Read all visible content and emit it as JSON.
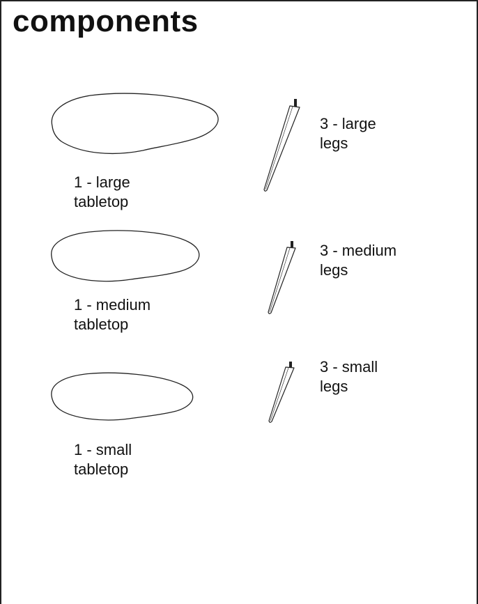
{
  "title": "components",
  "tabletops": [
    {
      "line1": "1 - large",
      "line2": "tabletop",
      "icon": "large-tabletop-icon"
    },
    {
      "line1": "1 - medium",
      "line2": "tabletop",
      "icon": "medium-tabletop-icon"
    },
    {
      "line1": "1 - small",
      "line2": "tabletop",
      "icon": "small-tabletop-icon"
    }
  ],
  "legs": [
    {
      "line1": "3 - large",
      "line2": "legs",
      "icon": "large-leg-icon"
    },
    {
      "line1": "3 - medium",
      "line2": "legs",
      "icon": "medium-leg-icon"
    },
    {
      "line1": "3 - small",
      "line2": "legs",
      "icon": "small-leg-icon"
    }
  ],
  "colors": {
    "stroke": "#222222",
    "background": "#ffffff"
  }
}
